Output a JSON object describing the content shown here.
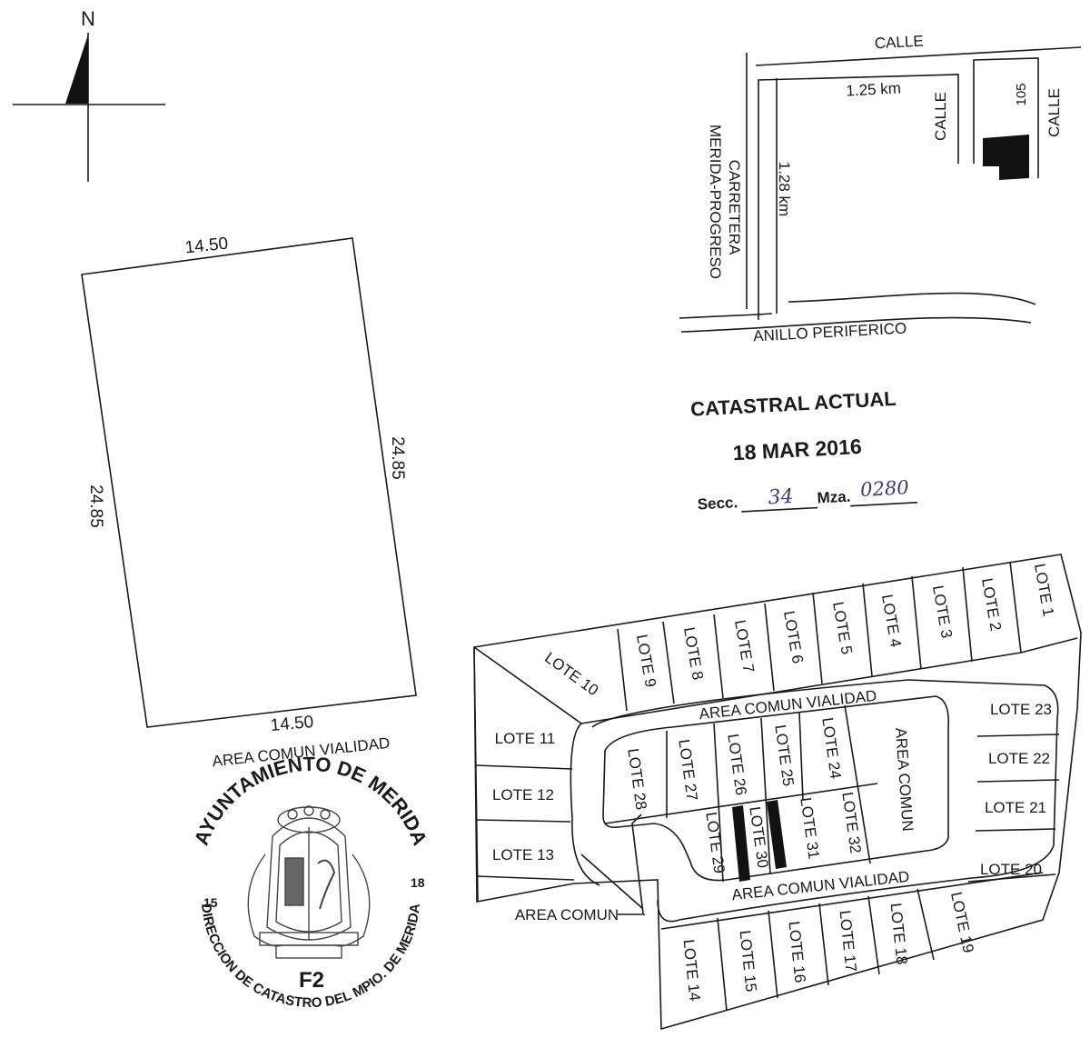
{
  "north_arrow": {
    "label": "N"
  },
  "property": {
    "top": "14.50",
    "bottom": "14.50",
    "left": "24.85",
    "right": "24.85",
    "frontage": "AREA COMUN VIALIDAD"
  },
  "location_sketch": {
    "street_top": "CALLE",
    "distance_h": "1.25 km",
    "street_mid": "CALLE",
    "street_right": "CALLE",
    "street_number": "105",
    "highway_line1": "CARRETERA",
    "highway_line2": "MERIDA-PROGRESO",
    "distance_v": "1.28 km",
    "ring_road": "ANILLO PERIFERICO"
  },
  "stamp_catastral": {
    "title": "CATASTRAL ACTUAL",
    "date": "18 MAR 2016",
    "secc_label": "Secc.",
    "secc_value": "34",
    "mza_label": "Mza.",
    "mza_value": "0280"
  },
  "seal": {
    "top_arc": "AYUNTAMIENTO DE MERIDA",
    "bottom_arc": "DIRECCION DE CATASTRO DEL MPIO. DE MERIDA",
    "year_left": "15",
    "year_right": "18",
    "code": "F2"
  },
  "subdivision": {
    "lots": {
      "lote1": "LOTE 1",
      "lote2": "LOTE 2",
      "lote3": "LOTE 3",
      "lote4": "LOTE 4",
      "lote5": "LOTE 5",
      "lote6": "LOTE 6",
      "lote7": "LOTE 7",
      "lote8": "LOTE 8",
      "lote9": "LOTE 9",
      "lote10": "LOTE 10",
      "lote11": "LOTE 11",
      "lote12": "LOTE 12",
      "lote13": "LOTE 13",
      "lote14": "LOTE 14",
      "lote15": "LOTE 15",
      "lote16": "LOTE 16",
      "lote17": "LOTE 17",
      "lote18": "LOTE 18",
      "lote19": "LOTE 19",
      "lote20": "LOTE 20",
      "lote21": "LOTE 21",
      "lote22": "LOTE 22",
      "lote23": "LOTE 23",
      "lote24": "LOTE 24",
      "lote25": "LOTE 25",
      "lote26": "LOTE 26",
      "lote27": "LOTE 27",
      "lote28": "LOTE 28",
      "lote29": "LOTE 29",
      "lote30": "LOTE 30",
      "lote31": "LOTE 31",
      "lote32": "LOTE 32"
    },
    "road_top": "AREA COMUN VIALIDAD",
    "road_bottom": "AREA COMUN VIALIDAD",
    "common_area_inner": "AREA COMUN",
    "common_area_callout": "AREA COMUN"
  }
}
